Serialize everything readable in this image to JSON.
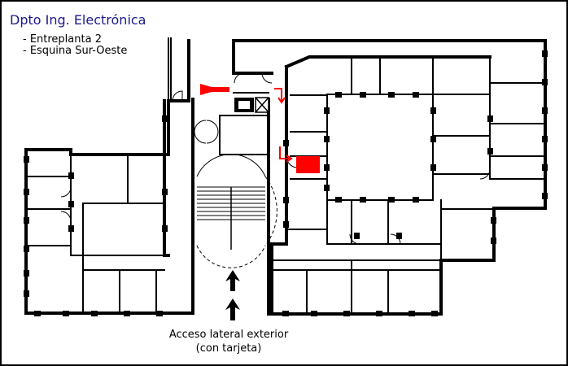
{
  "header": {
    "title": "Dpto Ing. Electrónica",
    "notes": [
      "- Entreplanta 2",
      "- Esquina Sur-Oeste"
    ]
  },
  "entrance": {
    "caption_line1": "Acceso lateral exterior",
    "caption_line2": "(con tarjeta)"
  },
  "colors": {
    "walls": "#000000",
    "background": "#ffffff",
    "title_text": "#1a1a8e",
    "route_arrows": "#ff0000",
    "destination_room": "#ff0000",
    "entry_arrows": "#000000"
  },
  "icons": {
    "entry_direction": "up-arrow-icon",
    "route_direction": "red-arrow-icon",
    "elevator": "elevator-icon",
    "stairs": "staircase-icon",
    "destination": "destination-marker"
  }
}
